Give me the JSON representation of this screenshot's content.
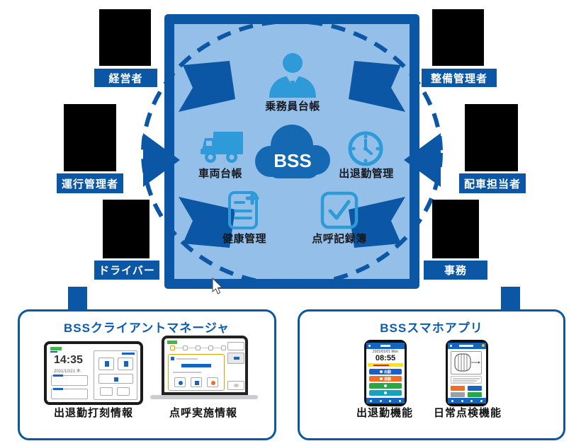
{
  "colors": {
    "frame_blue": "#0b57a5",
    "inner_light_blue": "#93bfe8",
    "icon_blue": "#2e9ad8",
    "cloud_blue": "#1568b2",
    "title_blue": "#0d5cb0",
    "persona_label_bg": "#0b57a5"
  },
  "hub": {
    "cloud_label": "BSS",
    "modules": [
      {
        "id": "crew-ledger",
        "label": "乗務員台帳",
        "icon": "person-icon"
      },
      {
        "id": "vehicle-ledger",
        "label": "車両台帳",
        "icon": "truck-icon"
      },
      {
        "id": "attendance-mgmt",
        "label": "出退勤管理",
        "icon": "clock-icon"
      },
      {
        "id": "health-mgmt",
        "label": "健康管理",
        "icon": "health-report-icon"
      },
      {
        "id": "rollcall-register",
        "label": "点呼記録簿",
        "icon": "checkbox-icon"
      }
    ]
  },
  "personas": [
    {
      "id": "executive",
      "label": "経営者",
      "position": "top-left"
    },
    {
      "id": "maintenance-manager",
      "label": "整備管理者",
      "position": "top-right"
    },
    {
      "id": "operation-manager",
      "label": "運行管理者",
      "position": "mid-left"
    },
    {
      "id": "dispatcher",
      "label": "配車担当者",
      "position": "mid-right"
    },
    {
      "id": "driver",
      "label": "ドライバー",
      "position": "bottom-left"
    },
    {
      "id": "office-staff",
      "label": "事務",
      "position": "bottom-right"
    }
  ],
  "panels": {
    "client_manager": {
      "title": "BSSクライアントマネージャ",
      "devices": [
        {
          "type": "tablet",
          "caption": "出退勤打刻情報",
          "screen": {
            "time": "14:35",
            "date": "2021/10/21 木"
          }
        },
        {
          "type": "laptop",
          "caption": "点呼実施情報"
        }
      ]
    },
    "smartphone_app": {
      "title": "BSSスマホアプリ",
      "devices": [
        {
          "type": "phone",
          "caption": "出退勤機能",
          "screen": {
            "date": "2021/01/01 Mon",
            "time": "08:55",
            "buttons": [
              {
                "label": "出勤",
                "color": "#1b5fc4"
              },
              {
                "label": "退勤",
                "color": "#ef7024"
              },
              {
                "label": "",
                "color": "#28a745"
              },
              {
                "label": "",
                "color": "#13a3c0"
              }
            ]
          }
        },
        {
          "type": "phone",
          "caption": "日常点検機能",
          "screen": {}
        }
      ]
    }
  }
}
